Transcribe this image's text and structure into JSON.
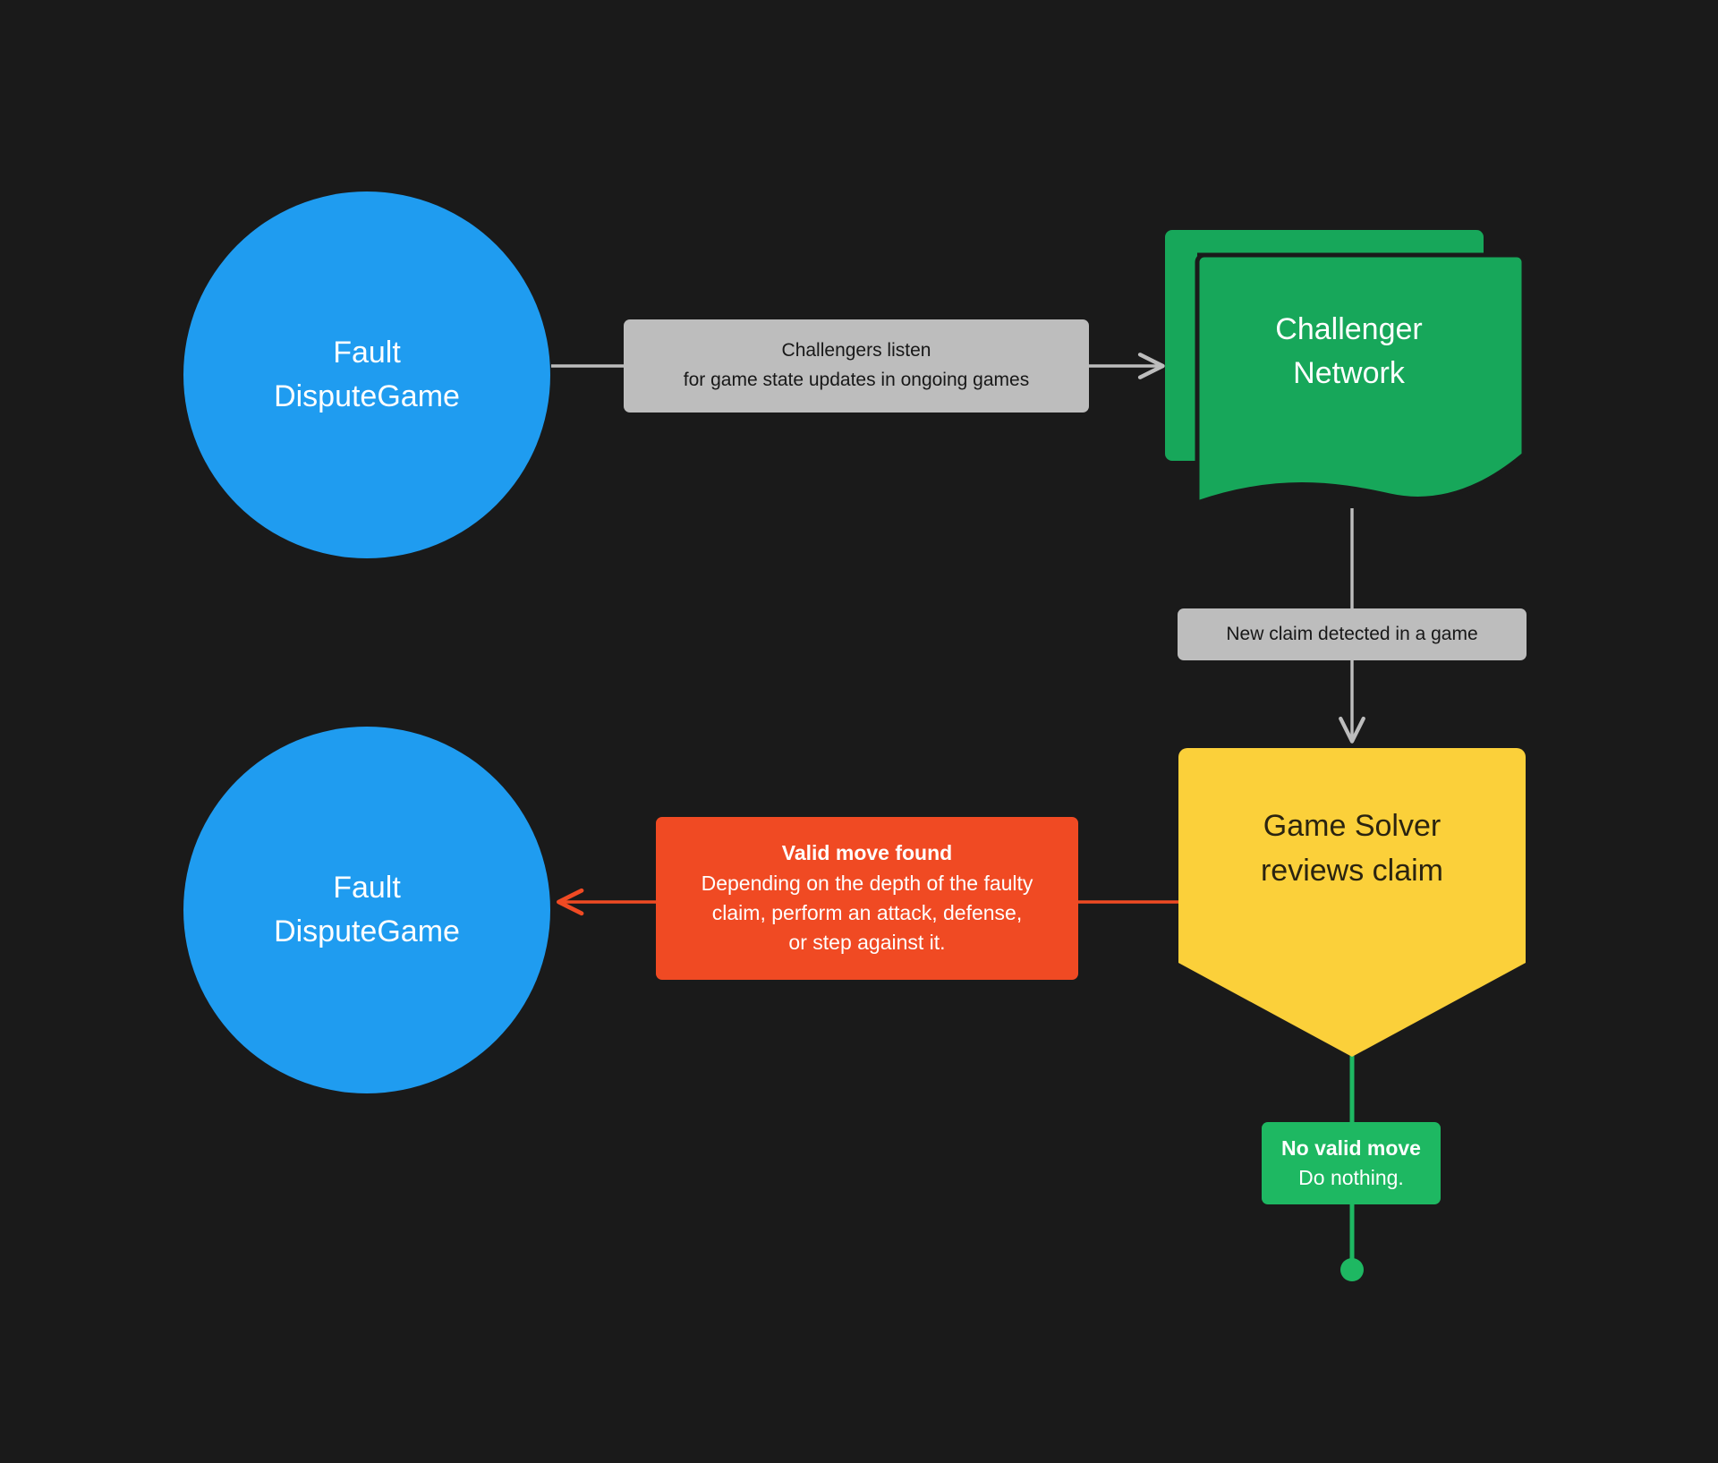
{
  "diagram": {
    "background_color": "#1a1a1a",
    "type": "flowchart",
    "title": "Fault Dispute Game challenger flow"
  },
  "palette": {
    "background": "#1a1a1a",
    "blue": "#1f9cf0",
    "green_node": "#17a75a",
    "green_label": "#1eb862",
    "gray_label": "#bdbdbd",
    "yellow": "#fbd03a",
    "orange": "#f04a23",
    "edge_gray": "#bdbdbd",
    "edge_red": "#f04a23",
    "text_light": "#ffffff",
    "text_dark": "#181818"
  },
  "nodes": {
    "fault_dispute_game_top": {
      "line1": "Fault",
      "line2": "DisputeGame",
      "shape": "circle",
      "color": "#1f9cf0"
    },
    "challenger_network": {
      "line1": "Challenger",
      "line2": "Network",
      "shape": "multi-document",
      "color": "#17a75a"
    },
    "game_solver": {
      "line1": "Game Solver",
      "line2": "reviews claim",
      "shape": "pentagon-down",
      "color": "#fbd03a"
    },
    "fault_dispute_game_bottom": {
      "line1": "Fault",
      "line2": "DisputeGame",
      "shape": "circle",
      "color": "#1f9cf0"
    }
  },
  "edges": {
    "listen": {
      "line1": "Challengers listen",
      "line2": "for game state updates in ongoing games",
      "style": "gray",
      "from": "fault_dispute_game_top",
      "to": "challenger_network"
    },
    "new_claim": {
      "line1": "New claim detected in a game",
      "style": "gray",
      "from": "challenger_network",
      "to": "game_solver"
    },
    "valid_move": {
      "heading": "Valid move found",
      "line1": "Depending on the depth of the faulty",
      "line2": "claim, perform an attack, defense,",
      "line3": "or step against it.",
      "style": "orange",
      "from": "game_solver",
      "to": "fault_dispute_game_bottom"
    },
    "no_valid_move": {
      "heading": "No valid move",
      "line1": "Do nothing.",
      "style": "green",
      "from": "game_solver",
      "to": "terminal-dot"
    }
  }
}
